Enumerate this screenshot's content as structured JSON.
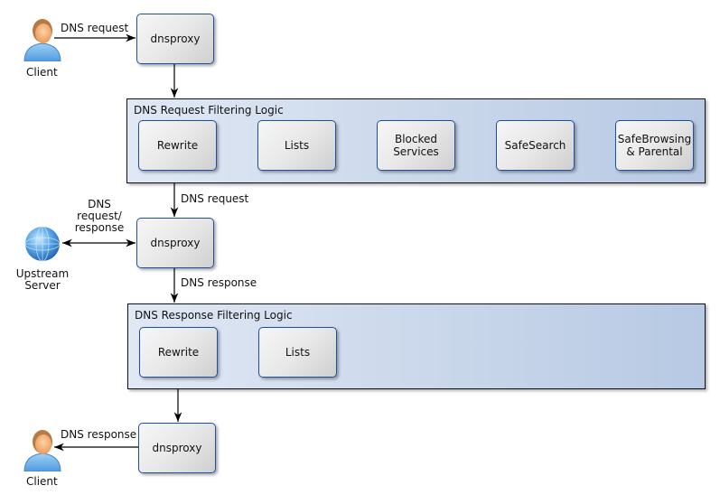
{
  "client_top": {
    "label": "Client",
    "icon": "person-icon"
  },
  "client_bottom": {
    "label": "Client",
    "icon": "person-icon"
  },
  "upstream": {
    "label_line1": "Upstream",
    "label_line2": "Server",
    "icon": "globe-icon"
  },
  "edges": {
    "client_to_proxy": "DNS request",
    "filter_to_proxy": "DNS request",
    "upstream_line1": "DNS",
    "upstream_line2": "request/",
    "upstream_line3": "response",
    "proxy_to_response_filter": "DNS response",
    "proxy_to_client": "DNS response"
  },
  "proxies": [
    "dnsproxy",
    "dnsproxy",
    "dnsproxy"
  ],
  "request_filter": {
    "title": "DNS Request Filtering Logic",
    "steps": [
      {
        "line1": "Rewrite",
        "line2": ""
      },
      {
        "line1": "Lists",
        "line2": ""
      },
      {
        "line1": "Blocked",
        "line2": "Services"
      },
      {
        "line1": "SafeSearch",
        "line2": ""
      },
      {
        "line1": "SafeBrowsing",
        "line2": "& Parental"
      }
    ]
  },
  "response_filter": {
    "title": "DNS Response Filtering Logic",
    "steps": [
      {
        "line1": "Rewrite"
      },
      {
        "line1": "Lists"
      }
    ]
  },
  "colors": {
    "box_border": "#1f4fa0",
    "container_left": "#e0e8f4",
    "container_right": "#b7c9e3"
  }
}
